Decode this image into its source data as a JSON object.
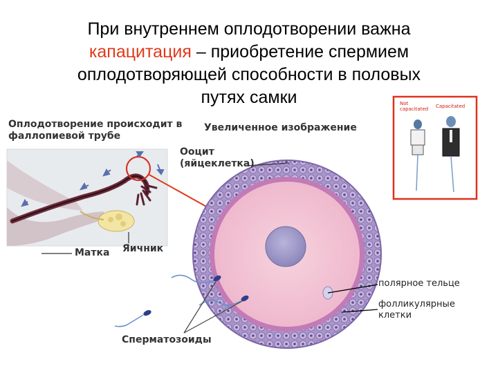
{
  "title": {
    "line1": "При внутреннем оплодотворении важна",
    "line2_highlight": "капацитация",
    "line2_rest": " – приобретение спермием",
    "line3": "оплодотворяющей способности в половых",
    "line4": "путях самки"
  },
  "labels": {
    "fertilization_line1": "Оплодотворение происходит в",
    "fertilization_line2": "фаллопиевой трубе",
    "magnified": "Увеличенное изображение",
    "oocyte_line1": "Ооцит",
    "oocyte_line2": "(яйцеклетка)",
    "uterus": "Матка",
    "ovary": "Яичник",
    "sperm": "Сперматозоиды",
    "polar_body": "полярное тельце",
    "follicular_line1": "фолликулярные",
    "follicular_line2": "клетки"
  },
  "inset": {
    "left_line1": "Not",
    "left_line2": "capacitated",
    "right": "Capacitated"
  },
  "colors": {
    "highlight": "#e03a1a",
    "inset_border": "#e0301e",
    "zona": "#c27bb6",
    "cytoplasm": "#f3c6d6",
    "nucleus": "#9a95c4",
    "follicle": "#8e7bb8"
  }
}
